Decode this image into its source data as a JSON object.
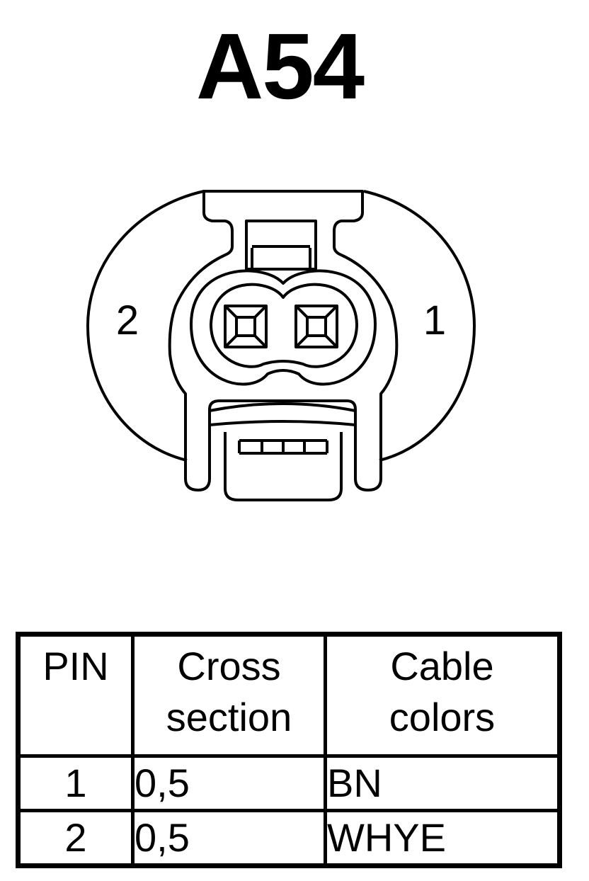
{
  "title": "A54",
  "connector": {
    "pin_labels": {
      "left": "2",
      "right": "1"
    }
  },
  "table": {
    "headers": {
      "pin": "PIN",
      "cross_section": [
        "Cross",
        "section"
      ],
      "cable_colors": [
        "Cable",
        "colors"
      ]
    },
    "rows": [
      {
        "pin": "1",
        "cross_section": "0,5",
        "cable_color": "BN"
      },
      {
        "pin": "2",
        "cross_section": "0,5",
        "cable_color": "WHYE"
      }
    ]
  }
}
